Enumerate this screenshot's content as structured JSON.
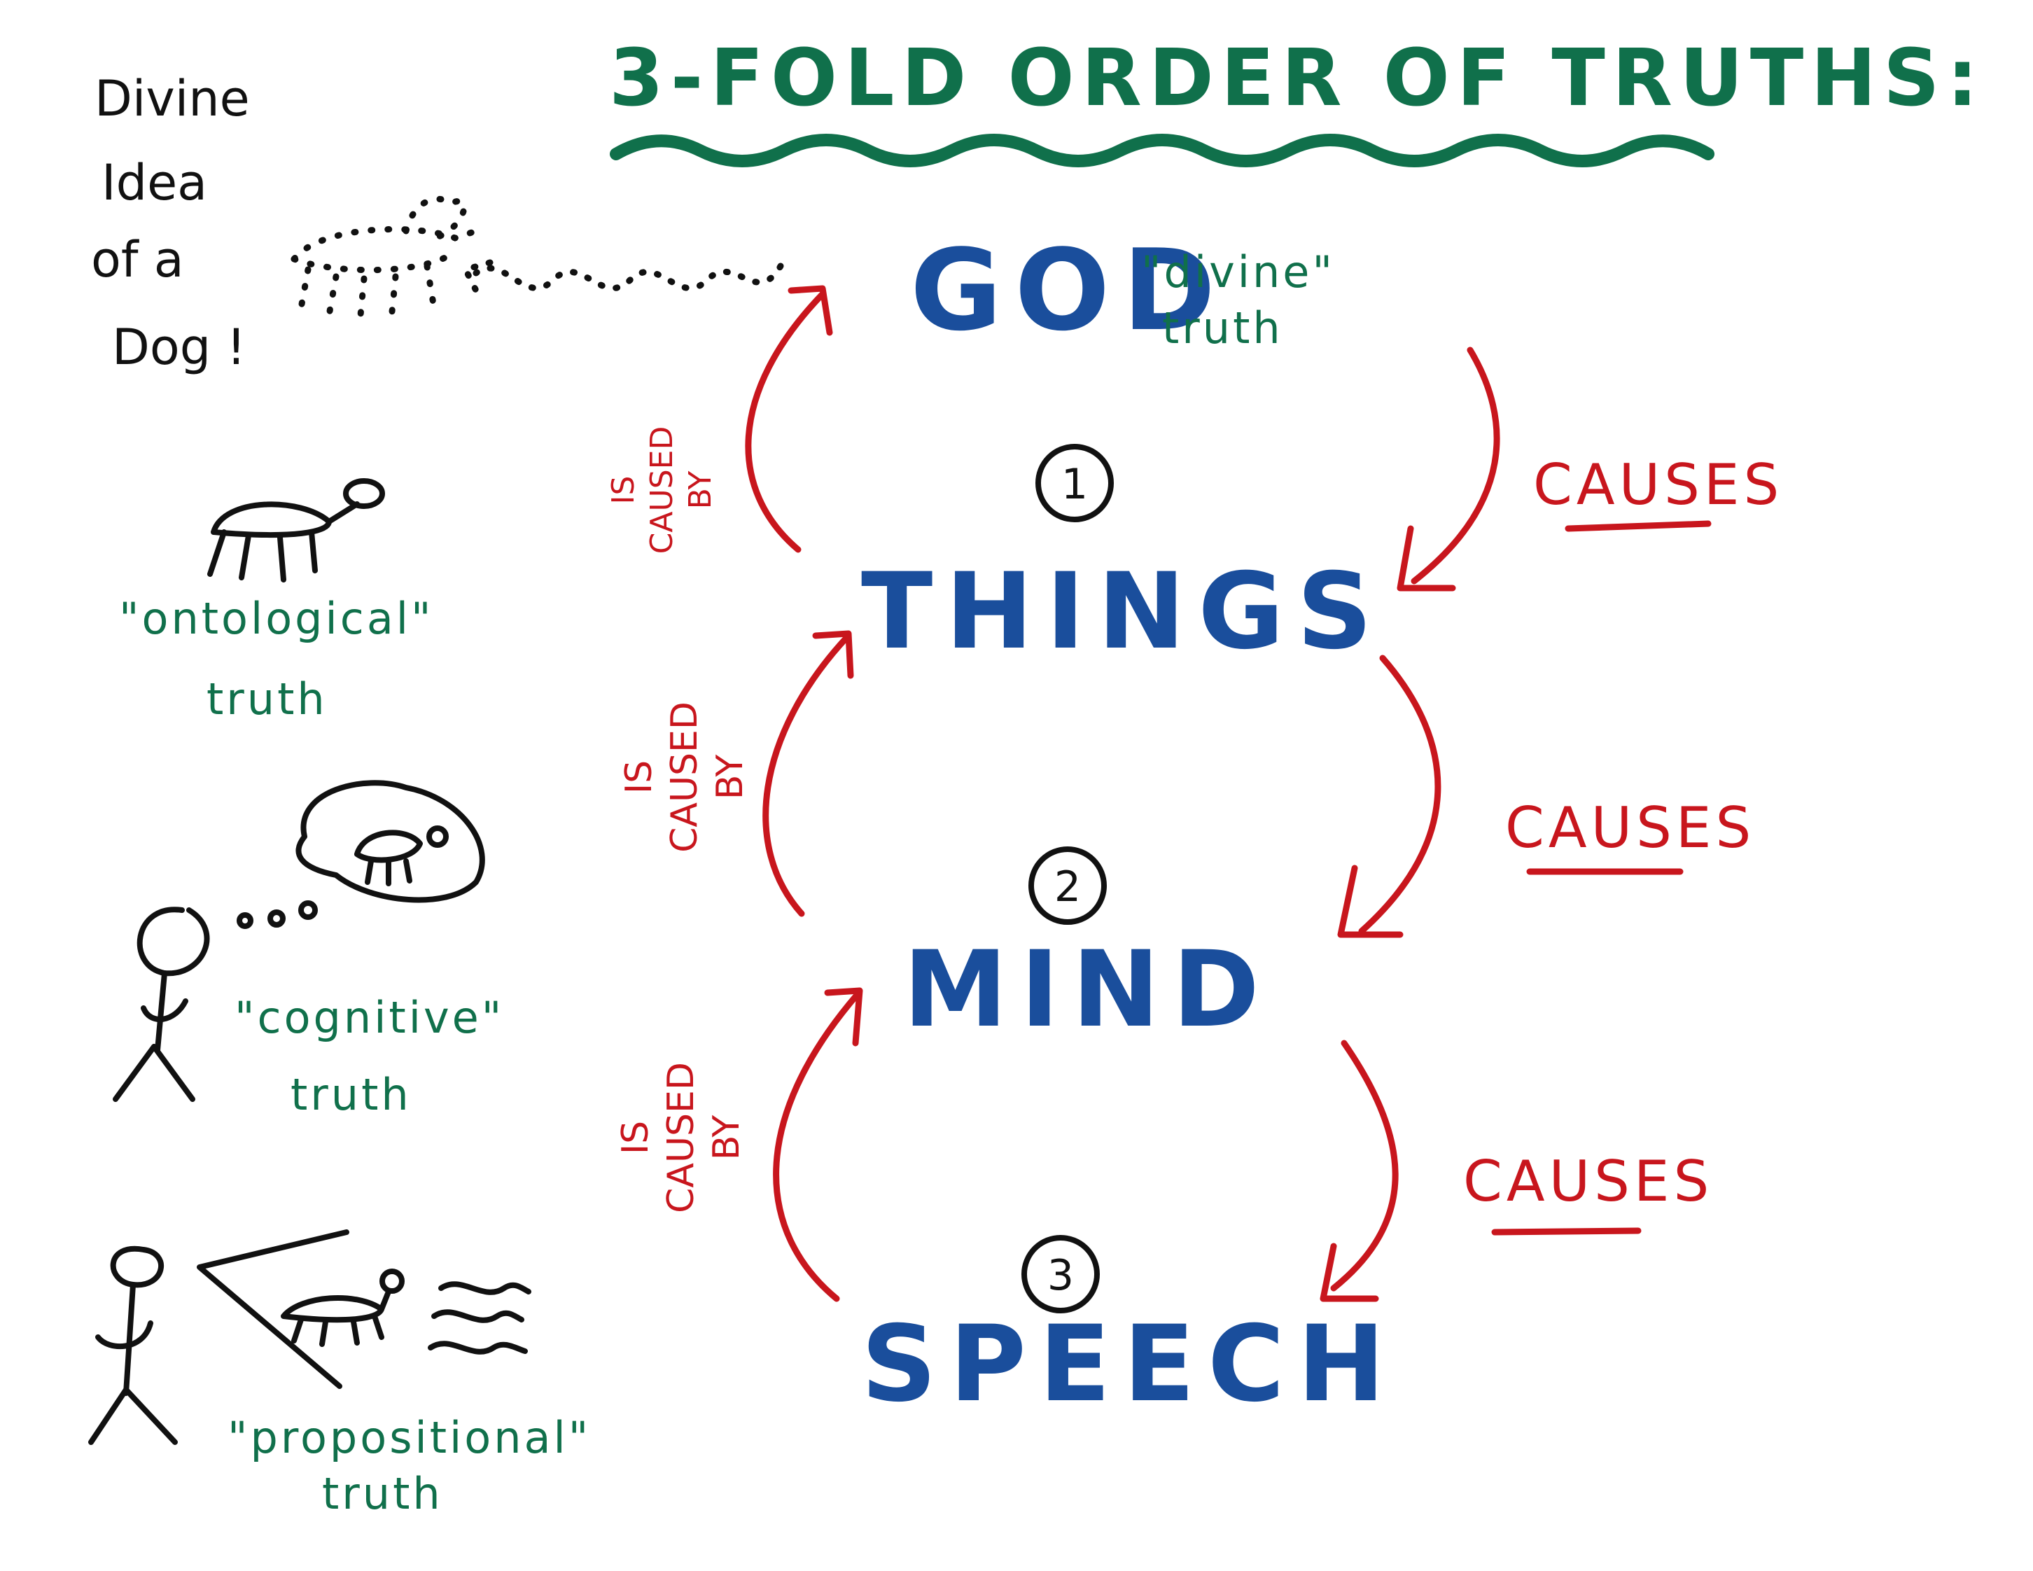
{
  "title": "3-FOLD ORDER OF TRUTHS:",
  "levels": {
    "god": "GOD",
    "things": "THINGS",
    "mind": "MIND",
    "speech": "SPEECH"
  },
  "numbers": [
    "1",
    "2",
    "3"
  ],
  "causes_labels": [
    "CAUSES",
    "CAUSES",
    "CAUSES"
  ],
  "caused_by_labels": {
    "line1": "IS",
    "line2": "CAUSED",
    "line3": "BY"
  },
  "truth_types": {
    "divine": {
      "quote": "\"divine\"",
      "word": "truth"
    },
    "ontological": {
      "quote": "\"ontological\"",
      "word": "truth"
    },
    "cognitive": {
      "quote": "\"cognitive\"",
      "word": "truth"
    },
    "propositional": {
      "quote": "\"propositional\"",
      "word": "truth"
    }
  },
  "divine_idea_note": {
    "line1": "Divine",
    "line2": "Idea",
    "line3": "of a",
    "line4": "Dog !"
  },
  "colors": {
    "title_green": "#10704b",
    "word_blue": "#1a4e9c",
    "arrow_red": "#c8161d",
    "ink_black": "#111111"
  }
}
